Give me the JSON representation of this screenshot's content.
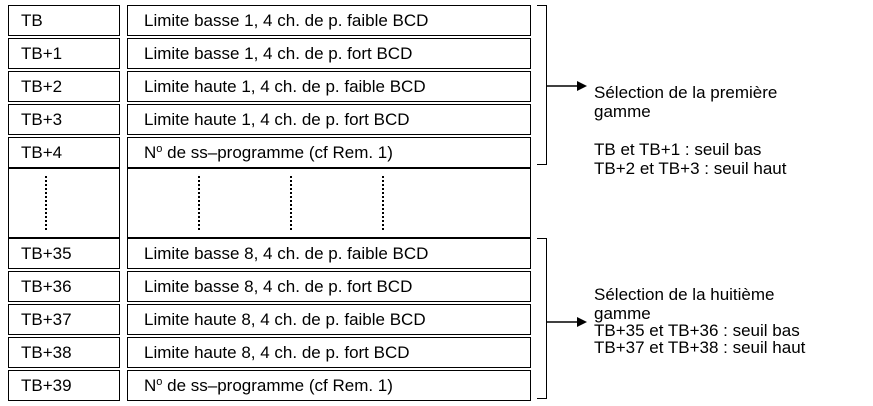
{
  "top_group": [
    {
      "addr": "TB",
      "desc": "Limite basse 1, 4 ch. de p. faible BCD"
    },
    {
      "addr": "TB+1",
      "desc": "Limite basse 1, 4 ch. de p. fort  BCD"
    },
    {
      "addr": "TB+2",
      "desc": "Limite haute 1, 4 ch. de p. faible BCD"
    },
    {
      "addr": "TB+3",
      "desc": "Limite haute 1, 4 ch. de p. fort BCD"
    },
    {
      "addr": "TB+4",
      "desc_pre": "N",
      "desc_sup": "o",
      "desc_post": " de ss–programme (cf Rem. 1)"
    }
  ],
  "bottom_group": [
    {
      "addr": "TB+35",
      "desc": "Limite basse 8, 4 ch. de p. faible BCD"
    },
    {
      "addr": "TB+36",
      "desc": "Limite basse 8, 4 ch. de p. fort BCD"
    },
    {
      "addr": "TB+37",
      "desc": "Limite haute 8, 4 ch. de p. faible BCD"
    },
    {
      "addr": "TB+38",
      "desc": "Limite haute 8, 4 ch. de p. fort BCD"
    },
    {
      "addr": "TB+39",
      "desc_pre": "N",
      "desc_sup": "o",
      "desc_post": " de ss–programme (cf Rem. 1)"
    }
  ],
  "notes": {
    "first": {
      "line1": "Sélection de la première",
      "line2": "gamme",
      "line3": "TB et TB+1 : seuil bas",
      "line4": "TB+2 et TB+3 : seuil haut"
    },
    "eighth": {
      "line1": "Sélection de la huitième",
      "line2": "gamme",
      "line3": "TB+35 et TB+36 : seuil bas",
      "line4": "TB+37 et TB+38 : seuil haut"
    }
  }
}
